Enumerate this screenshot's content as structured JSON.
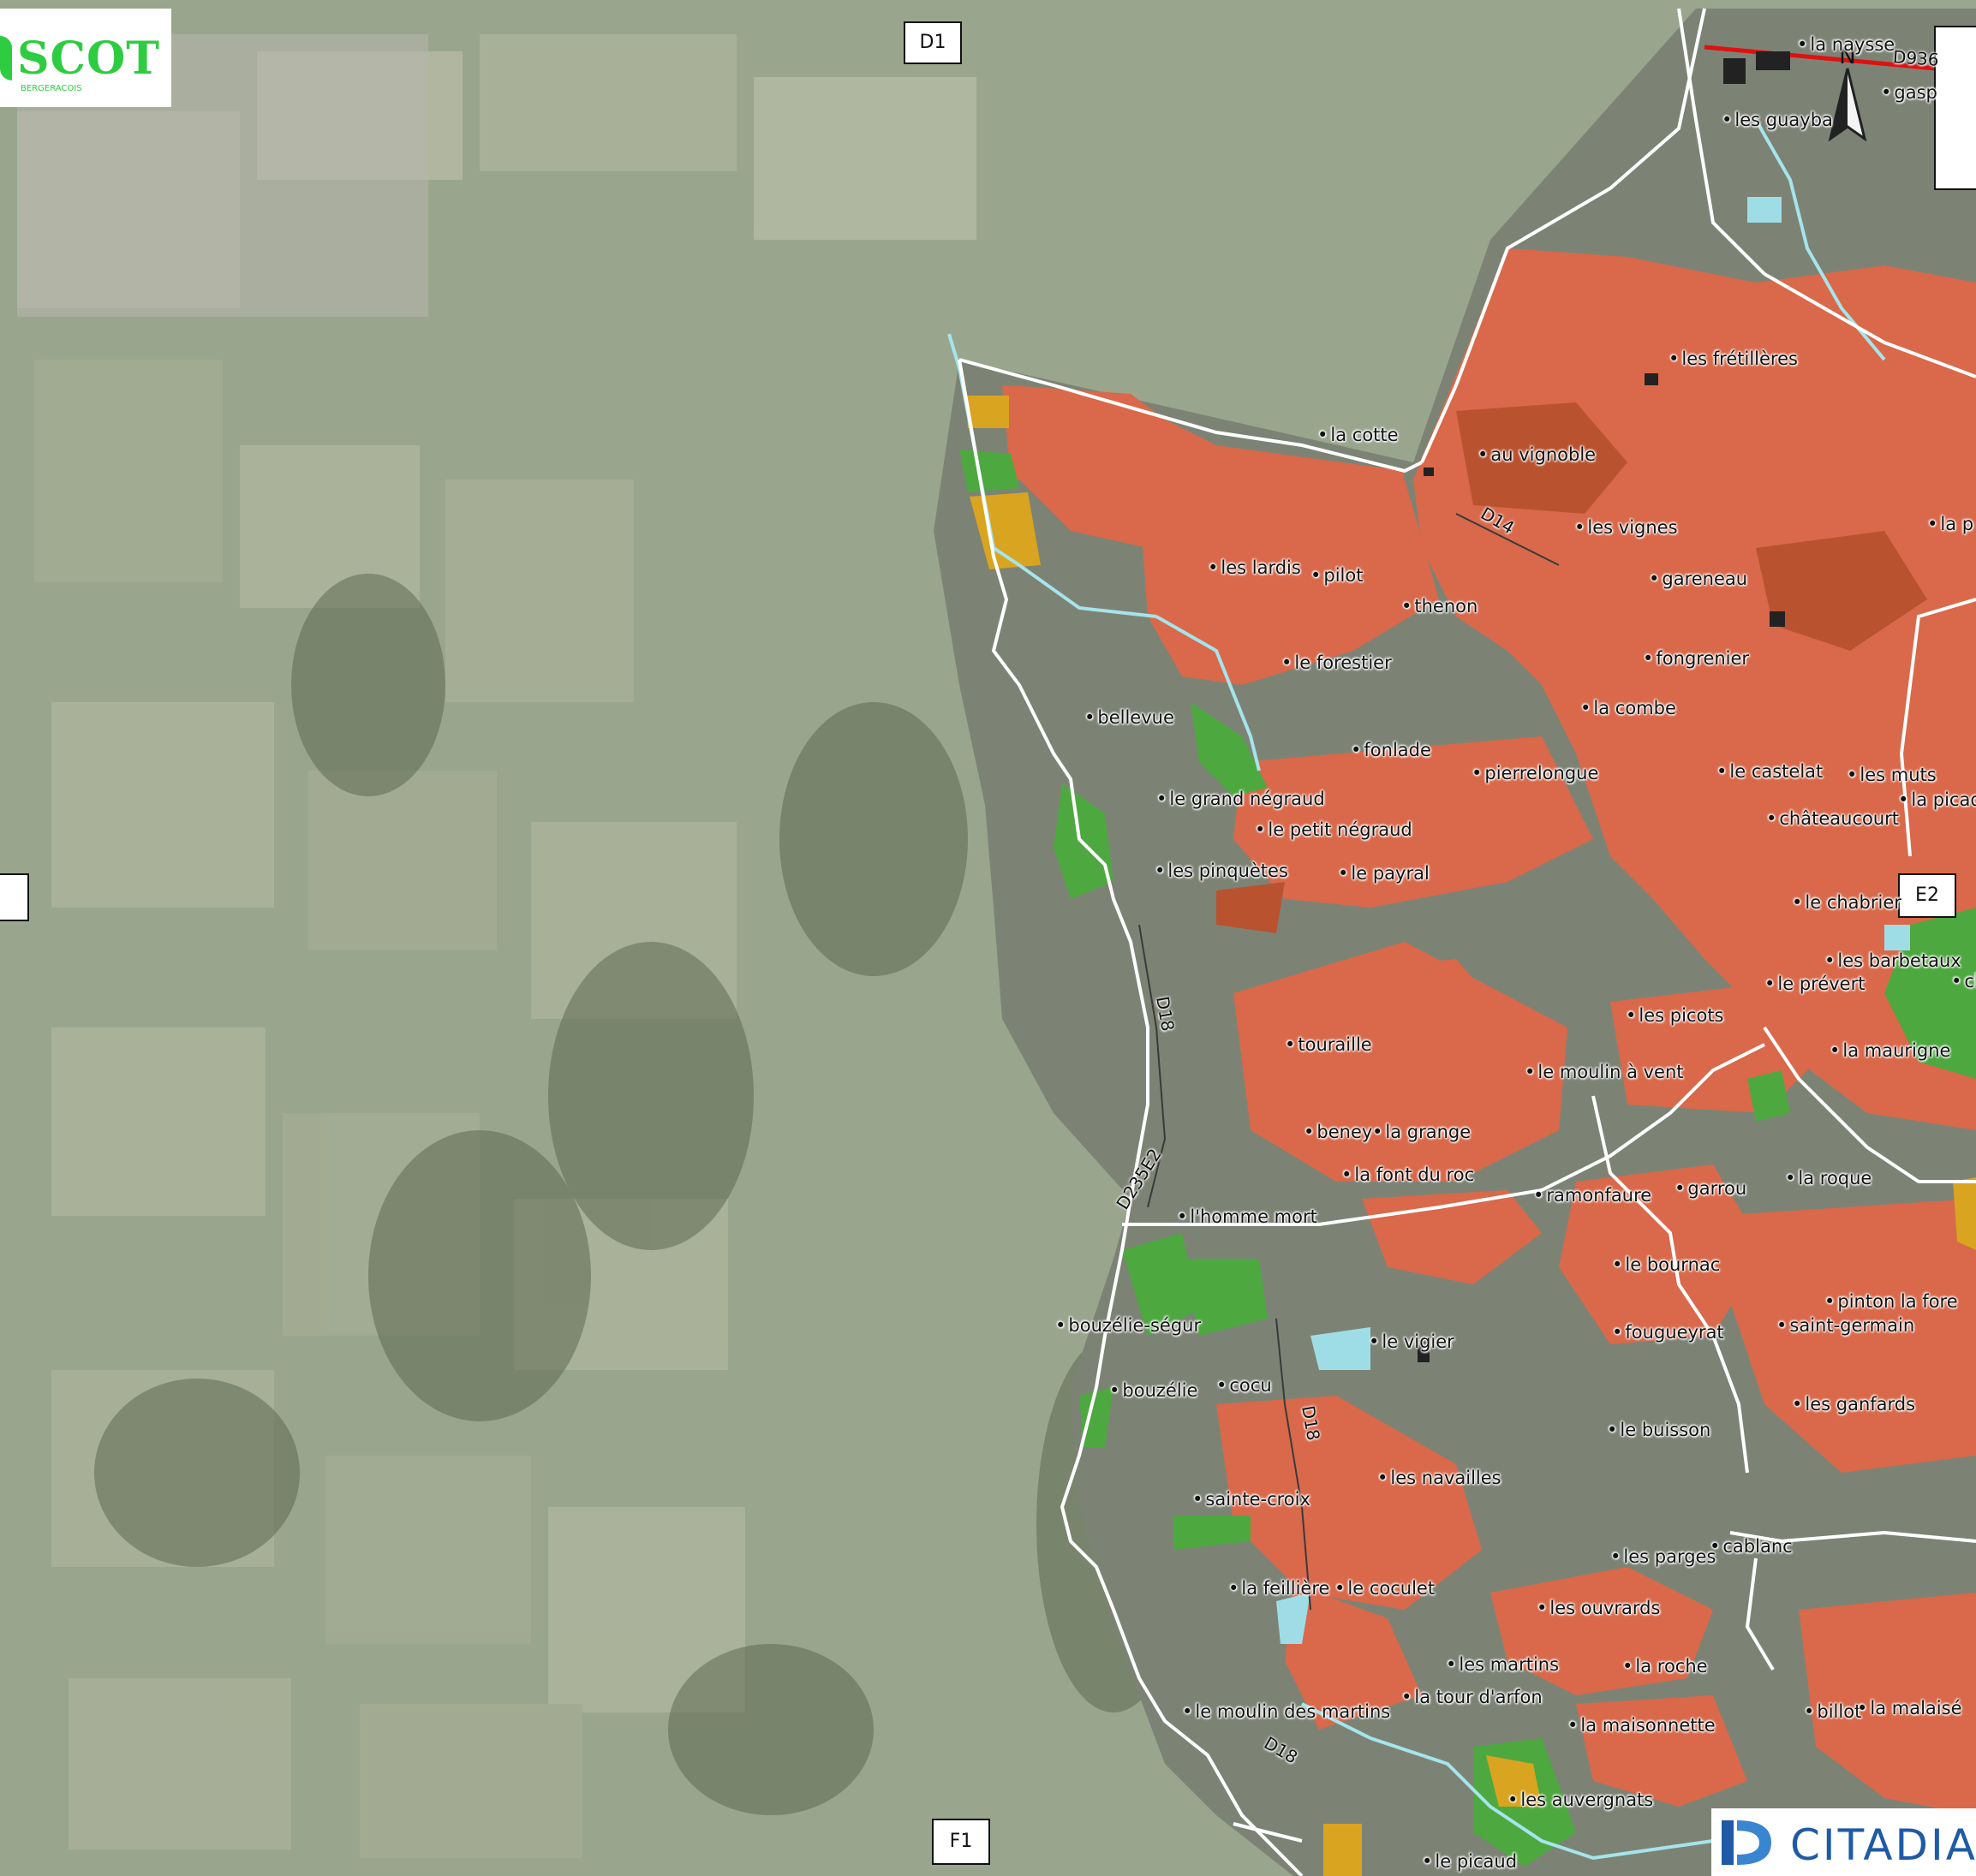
{
  "map": {
    "logo": {
      "text": "SCOT",
      "subtext": "BERGERACOIS"
    },
    "brand": {
      "text": "CITADIA"
    },
    "north_arrow": {
      "letter": "N"
    },
    "grid_tiles": [
      {
        "id": "D1",
        "label": "D1"
      },
      {
        "id": "E2",
        "label": "E2"
      },
      {
        "id": "F1",
        "label": "F1"
      },
      {
        "id": "left-edge",
        "label": ""
      }
    ],
    "roads": [
      {
        "id": "d936",
        "label": "D936"
      },
      {
        "id": "d14",
        "label": "D14"
      },
      {
        "id": "d18-a",
        "label": "D18"
      },
      {
        "id": "d235e2",
        "label": "D235E2"
      },
      {
        "id": "d18-b",
        "label": "D18"
      },
      {
        "id": "d18-c",
        "label": "D18"
      }
    ],
    "places": [
      {
        "id": "la-naysse",
        "label": "la naysse"
      },
      {
        "id": "gasp",
        "label": "gasp"
      },
      {
        "id": "les-guayba",
        "label": "les guayba"
      },
      {
        "id": "les-fretilleres",
        "label": "les frétillères"
      },
      {
        "id": "la-cotte",
        "label": "la cotte"
      },
      {
        "id": "au-vignoble",
        "label": "au vignoble"
      },
      {
        "id": "les-vignes",
        "label": "les vignes"
      },
      {
        "id": "la-p",
        "label": "la p"
      },
      {
        "id": "gareneau",
        "label": "gareneau"
      },
      {
        "id": "les-lardis",
        "label": "les lardis"
      },
      {
        "id": "pilot",
        "label": "pilot"
      },
      {
        "id": "thenon",
        "label": "thenon"
      },
      {
        "id": "le-forestier",
        "label": "le forestier"
      },
      {
        "id": "fongrenier",
        "label": "fongrenier"
      },
      {
        "id": "la-combe",
        "label": "la combe"
      },
      {
        "id": "bellevue",
        "label": "bellevue"
      },
      {
        "id": "fonlade",
        "label": "fonlade"
      },
      {
        "id": "pierrelongue",
        "label": "pierrelongue"
      },
      {
        "id": "le-castelat",
        "label": "le castelat"
      },
      {
        "id": "les-muts",
        "label": "les muts"
      },
      {
        "id": "la-picadie",
        "label": "la picadie"
      },
      {
        "id": "le-grand-negraud",
        "label": "le grand négraud"
      },
      {
        "id": "le-petit-negraud",
        "label": "le petit négraud"
      },
      {
        "id": "chateaucourt",
        "label": "châteaucourt"
      },
      {
        "id": "les-pinquetes",
        "label": "les pinquètes"
      },
      {
        "id": "le-payral",
        "label": "le payral"
      },
      {
        "id": "le-chabrier",
        "label": "le chabrier"
      },
      {
        "id": "les-barbetaux",
        "label": "les barbetaux"
      },
      {
        "id": "ch",
        "label": "ch"
      },
      {
        "id": "le-prevert",
        "label": "le prévert"
      },
      {
        "id": "les-picots",
        "label": "les picots"
      },
      {
        "id": "touraille",
        "label": "touraille"
      },
      {
        "id": "la-maurigne",
        "label": "la maurigne"
      },
      {
        "id": "le-moulin-a-vent",
        "label": "le moulin à vent"
      },
      {
        "id": "beney",
        "label": "beney"
      },
      {
        "id": "la-grange",
        "label": "la grange"
      },
      {
        "id": "la-font-du-roc",
        "label": "la font du roc"
      },
      {
        "id": "la-roque",
        "label": "la roque"
      },
      {
        "id": "ramonfaure",
        "label": "ramonfaure"
      },
      {
        "id": "garrou",
        "label": "garrou"
      },
      {
        "id": "lhomme-mort",
        "label": "l'homme mort"
      },
      {
        "id": "le-bournac",
        "label": "le bournac"
      },
      {
        "id": "pinton-la-fore",
        "label": "pinton la fore"
      },
      {
        "id": "bouzelie-segur",
        "label": "bouzélie-ségur"
      },
      {
        "id": "fougueyrat",
        "label": "fougueyrat"
      },
      {
        "id": "saint-germain",
        "label": "saint-germain"
      },
      {
        "id": "le-vigier",
        "label": "le vigier"
      },
      {
        "id": "bouzelie",
        "label": "bouzélie"
      },
      {
        "id": "cocu",
        "label": "cocu"
      },
      {
        "id": "les-ganfards",
        "label": "les ganfards"
      },
      {
        "id": "le-buisson",
        "label": "le buisson"
      },
      {
        "id": "les-navailles",
        "label": "les navailles"
      },
      {
        "id": "sainte-croix",
        "label": "sainte-croix"
      },
      {
        "id": "cablanc",
        "label": "cablanc"
      },
      {
        "id": "les-parges",
        "label": "les parges"
      },
      {
        "id": "la-feilliere",
        "label": "la feillière"
      },
      {
        "id": "le-coculet",
        "label": "le coculet"
      },
      {
        "id": "les-ouvrards",
        "label": "les ouvrards"
      },
      {
        "id": "les-martins",
        "label": "les martins"
      },
      {
        "id": "la-roche",
        "label": "la roche"
      },
      {
        "id": "le-moulin-des-martins",
        "label": "le moulin des martins"
      },
      {
        "id": "la-tour-darfon",
        "label": "la tour d'arfon"
      },
      {
        "id": "billot",
        "label": "billot"
      },
      {
        "id": "la-malaise",
        "label": "la malaisé"
      },
      {
        "id": "la-maisonnette",
        "label": "la maisonnette"
      },
      {
        "id": "les-auvergnats",
        "label": "les auvergnats"
      },
      {
        "id": "le-picaud",
        "label": "le picaud"
      }
    ],
    "colors": {
      "vineyard": "#d9694a",
      "vineyard_dark": "#b9532f",
      "green_zone": "#4ea840",
      "yellow_zone": "#d9a41f",
      "water": "#9fdde6",
      "boundary": "#ffffff",
      "aerial_background": "#9aa58e",
      "forest": "#6c7560",
      "road_red": "#e01010"
    }
  }
}
